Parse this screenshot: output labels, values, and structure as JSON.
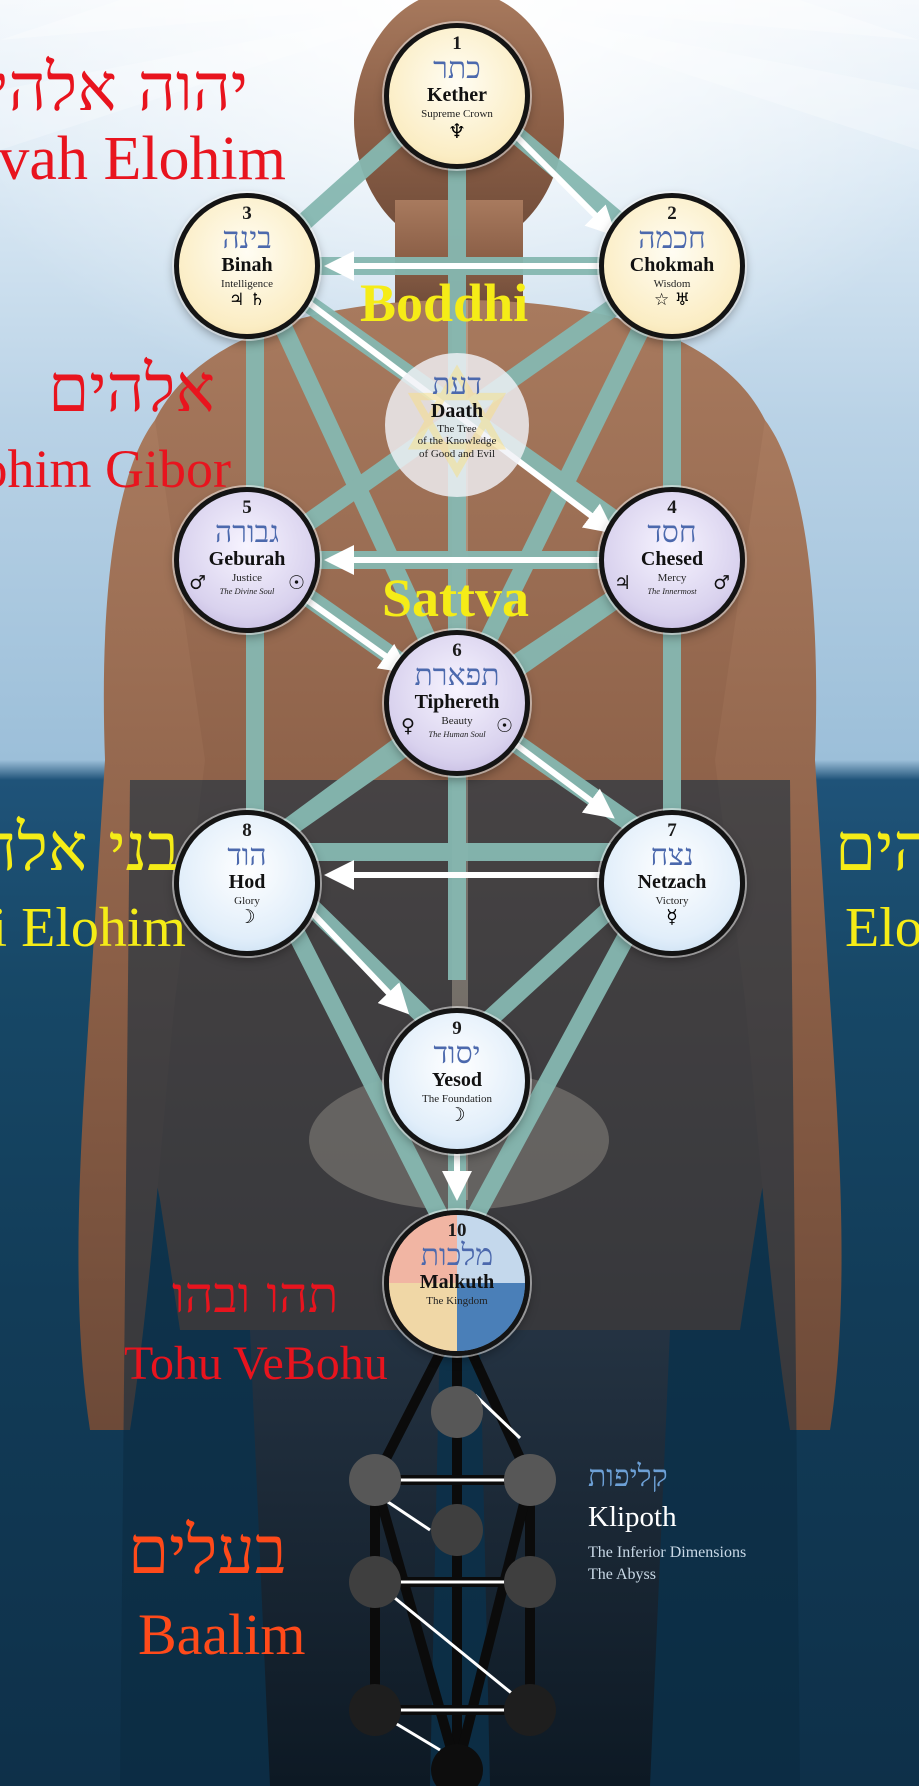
{
  "colors": {
    "red_label": "#e8141e",
    "yellow_label": "#f5ec17",
    "orange_label": "#ff4a1a",
    "path": "#86b8b1",
    "hebrew_blue": "#4c69ad"
  },
  "side_labels": {
    "top_hebrew": "יהוה אלהים",
    "top_latin": "Jehovah Elohim",
    "gibor_hebrew": "אלהים",
    "gibor_latin": "Elohim Gibor",
    "left_hebrew": "בני אלהים",
    "left_latin": "Beni Elohim",
    "right_hebrew": "אלהים",
    "right_latin": "Elohim",
    "tohu_hebrew": "תהו ובהו",
    "tohu_latin": "Tohu VeBohu",
    "baalim_hebrew": "בעלים",
    "baalim_latin": "Baalim"
  },
  "overlay_labels": {
    "boddhi": "Boddhi",
    "sattva": "Sattva"
  },
  "sephiroth": [
    {
      "num": "1",
      "hebrew": "כתר",
      "name": "Kether",
      "translation": "Supreme Crown",
      "subtitle": "",
      "symbol_left": "",
      "symbol_right": "",
      "symbol_bottom": "♆"
    },
    {
      "num": "2",
      "hebrew": "חכמה",
      "name": "Chokmah",
      "translation": "Wisdom",
      "subtitle": "",
      "symbol_left": "",
      "symbol_right": "",
      "symbol_bottom": "☆ ♅"
    },
    {
      "num": "3",
      "hebrew": "בינה",
      "name": "Binah",
      "translation": "Intelligence",
      "subtitle": "",
      "symbol_left": "",
      "symbol_right": "",
      "symbol_bottom": "♃ ♄"
    },
    {
      "num": "4",
      "hebrew": "חסד",
      "name": "Chesed",
      "translation": "Mercy",
      "subtitle": "The Innermost",
      "symbol_left": "♃",
      "symbol_right": "♂",
      "symbol_bottom": ""
    },
    {
      "num": "5",
      "hebrew": "גבורה",
      "name": "Geburah",
      "translation": "Justice",
      "subtitle": "The Divine Soul",
      "symbol_left": "♂",
      "symbol_right": "☉",
      "symbol_bottom": ""
    },
    {
      "num": "6",
      "hebrew": "תפארת",
      "name": "Tiphereth",
      "translation": "Beauty",
      "subtitle": "The Human Soul",
      "symbol_left": "♀",
      "symbol_right": "☉",
      "symbol_bottom": ""
    },
    {
      "num": "7",
      "hebrew": "נצח",
      "name": "Netzach",
      "translation": "Victory",
      "subtitle": "",
      "symbol_left": "",
      "symbol_right": "",
      "symbol_bottom": "☿"
    },
    {
      "num": "8",
      "hebrew": "הוד",
      "name": "Hod",
      "translation": "Glory",
      "subtitle": "",
      "symbol_left": "",
      "symbol_right": "",
      "symbol_bottom": "☽"
    },
    {
      "num": "9",
      "hebrew": "יסוד",
      "name": "Yesod",
      "translation": "The Foundation",
      "subtitle": "",
      "symbol_left": "",
      "symbol_right": "",
      "symbol_bottom": "☽"
    },
    {
      "num": "10",
      "hebrew": "מלכות",
      "name": "Malkuth",
      "translation": "The Kingdom",
      "subtitle": "",
      "symbol_left": "",
      "symbol_right": "",
      "symbol_bottom": ""
    }
  ],
  "daath": {
    "hebrew": "דעת",
    "name": "Daath",
    "line1": "The Tree",
    "line2": "of the Knowledge",
    "line3": "of Good and Evil"
  },
  "klipoth": {
    "hebrew": "קליפות",
    "name": "Klipoth",
    "line1": "The Inferior Dimensions",
    "line2": "The Abyss"
  }
}
